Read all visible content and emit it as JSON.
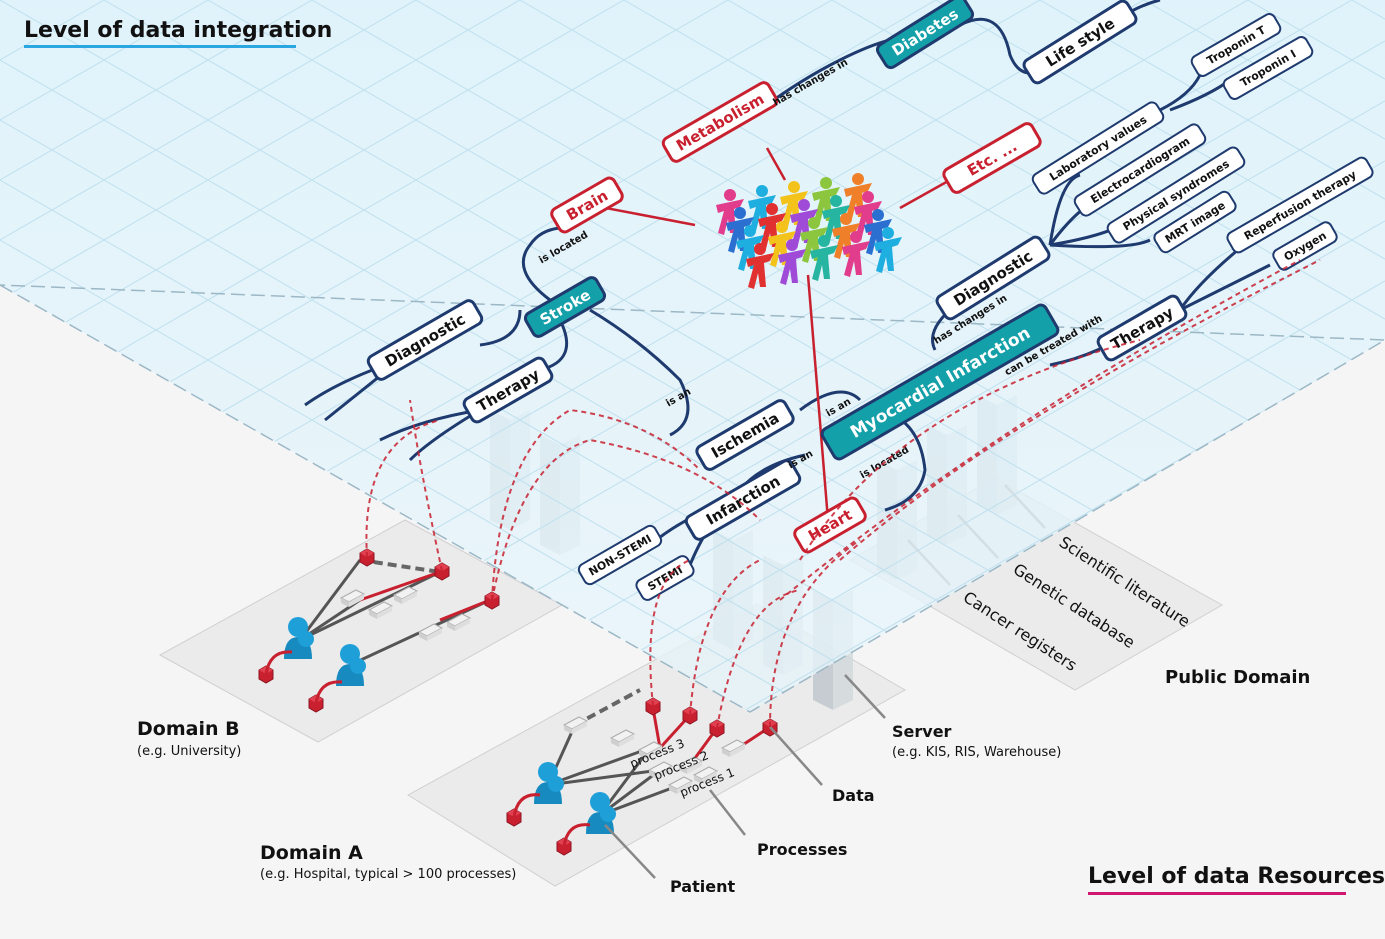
{
  "titles": {
    "integration": "Level of data integration",
    "resources": "Level of data Resources"
  },
  "colors": {
    "teal": "#14a0a8",
    "navy": "#1e3a6e",
    "red": "#c8202f",
    "plane": "#dff0f8",
    "grid": "#bfe0ee",
    "patient": "#1f9fd8",
    "integration_underline": "#2aa6e0",
    "resources_underline": "#d0166e"
  },
  "nodes": [
    {
      "label": "Diabetes",
      "style": "teal"
    },
    {
      "label": "Life style",
      "style": "white"
    },
    {
      "label": "Troponin T",
      "style": "white-small"
    },
    {
      "label": "Troponin I",
      "style": "white-small"
    },
    {
      "label": "Metabolism",
      "style": "red"
    },
    {
      "label": "Etc. ...",
      "style": "red"
    },
    {
      "label": "Laboratory values",
      "style": "white-small"
    },
    {
      "label": "Electrocardiogram",
      "style": "white-small"
    },
    {
      "label": "Physical syndromes",
      "style": "white-small"
    },
    {
      "label": "MRT image",
      "style": "white-small"
    },
    {
      "label": "Brain",
      "style": "red"
    },
    {
      "label": "Stroke",
      "style": "teal"
    },
    {
      "label": "Diagnostic",
      "style": "white"
    },
    {
      "label": "Therapy",
      "style": "white"
    },
    {
      "label": "Diagnostic",
      "style": "white"
    },
    {
      "label": "Reperfusion therapy",
      "style": "white-small"
    },
    {
      "label": "Oxygen",
      "style": "white-small"
    },
    {
      "label": "Therapy",
      "style": "white"
    },
    {
      "label": "Myocardial Infarction",
      "style": "teal-large"
    },
    {
      "label": "Ischemia",
      "style": "white"
    },
    {
      "label": "Infarction",
      "style": "white"
    },
    {
      "label": "Heart",
      "style": "red"
    },
    {
      "label": "NON-STEMI",
      "style": "white-small"
    },
    {
      "label": "STEMI",
      "style": "white-small"
    }
  ],
  "edge_labels": [
    "has changes in",
    "is located",
    "is an",
    "is an",
    "is an",
    "has changes in",
    "can be treated with",
    "is located"
  ],
  "resources": {
    "scientific_literature": "Scientific literature",
    "genetic_database": "Genetic database",
    "cancer_registers": "Cancer registers",
    "public_domain": "Public Domain",
    "server": "Server",
    "server_sub": "(e.g. KIS, RIS, Warehouse)",
    "data": "Data",
    "processes": "Processes",
    "patient": "Patient",
    "domain_b": "Domain B",
    "domain_b_sub": "(e.g. University)",
    "domain_a": "Domain A",
    "domain_a_sub": "(e.g. Hospital, typical > 100 processes)",
    "process_labels": [
      "process 3",
      "process 2",
      "process 1"
    ]
  },
  "icons": [
    "people-group-icon",
    "patient-icon",
    "data-cube-icon",
    "process-block-icon",
    "server-icon"
  ]
}
